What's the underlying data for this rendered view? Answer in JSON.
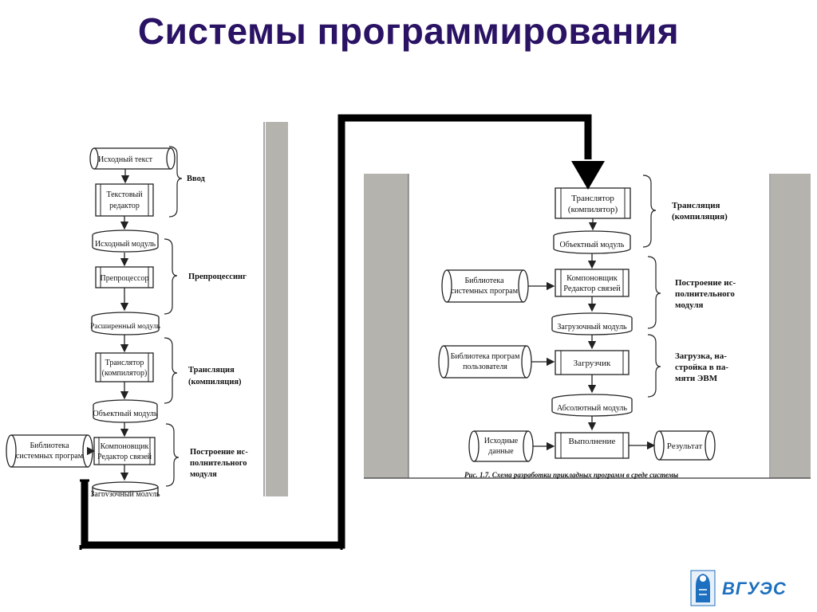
{
  "title": "Системы программирования",
  "left_diagram": {
    "nodes": {
      "src_text": "Исходный текст",
      "editor_1": "Текстовый",
      "editor_2": "редактор",
      "src_module": "Исходный модуль",
      "preproc": "Препроцессор",
      "ext_module": "Расширенный модуль",
      "trans_1": "Транслятор",
      "trans_2": "(компилятор)",
      "obj_module": "Объектный модуль",
      "lib_1": "Библиотека",
      "lib_2": "системных програм",
      "linker_1": "Компоновщик",
      "linker_2": "Редактор связей",
      "load_module": "Загрузочный модуль"
    },
    "stages": {
      "input": "Ввод",
      "preprocessing": "Препроцессинг",
      "trans_1": "Трансляция",
      "trans_2": "(компиляция)",
      "build_1": "Построение ис-",
      "build_2": "полнительного",
      "build_3": "модуля"
    }
  },
  "right_diagram": {
    "nodes": {
      "trans_1": "Транслятор",
      "trans_2": "(компилятор)",
      "obj_module": "Объектный модуль",
      "lib_sys_1": "Библиотека",
      "lib_sys_2": "системных програм",
      "linker_1": "Компоновщик",
      "linker_2": "Редактор связей",
      "load_module": "Загрузочный модуль",
      "lib_user_1": "Библиотека програм",
      "lib_user_2": "пользователя",
      "loader": "Загрузчик",
      "abs_module": "Абсолютный модуль",
      "input_data_1": "Исходные",
      "input_data_2": "данные",
      "exec": "Выполнение",
      "result": "Результат"
    },
    "stages": {
      "trans_1": "Трансляция",
      "trans_2": "(компиляция)",
      "build_1": "Построение ис-",
      "build_2": "полнительного",
      "build_3": "модуля",
      "load_1": "Загрузка, на-",
      "load_2": "стройка в па-",
      "load_3": "мяти ЭВМ"
    },
    "caption": "Рис. 1.7. Схема разработки прикладных программ в среде системы"
  },
  "logo": {
    "text": "ВГУЭС",
    "color": "#1d6fbf"
  },
  "colors": {
    "title": "#2a1264",
    "connector": "#000000",
    "panel_bar": "#b5b3ae"
  }
}
